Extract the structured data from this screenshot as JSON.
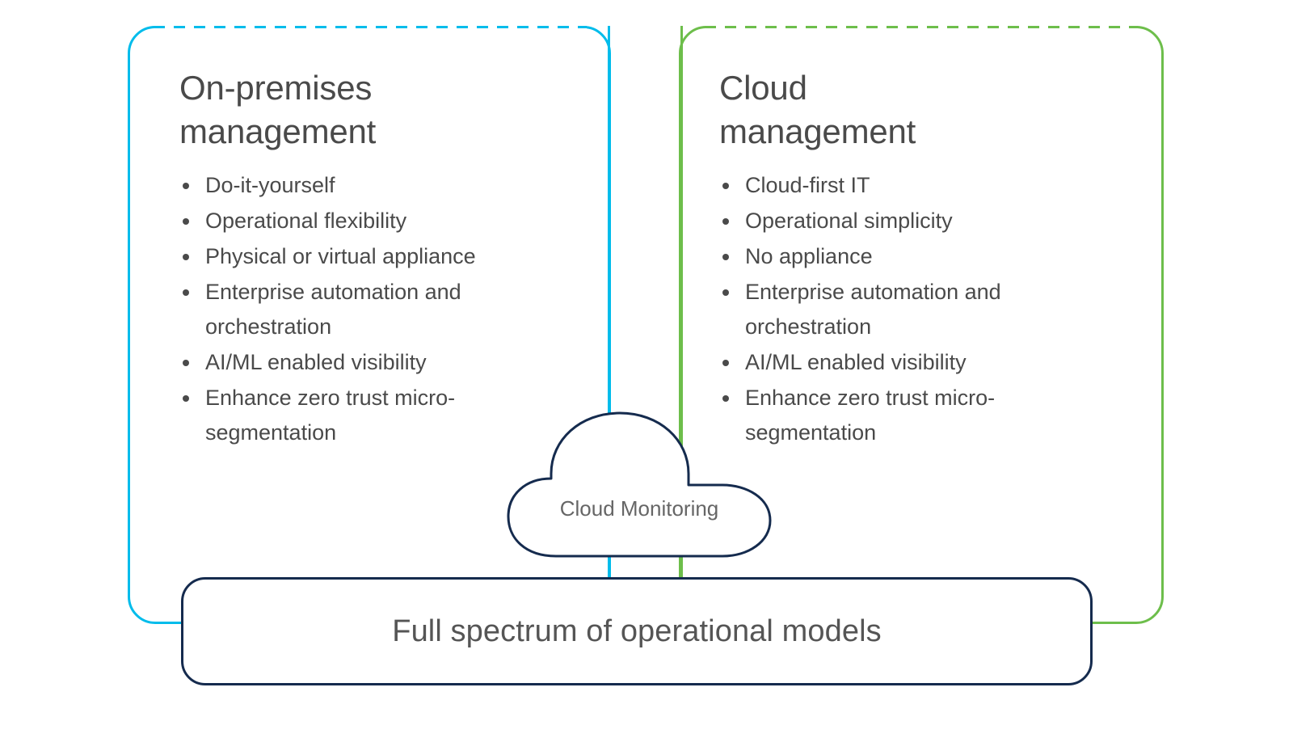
{
  "diagram": {
    "colors": {
      "onprem_border": "#00BCEB",
      "cloud_border": "#6DBE4B",
      "banner_border": "#152B4E",
      "cloud_outline": "#152B4E",
      "text": "#4A4A4A"
    },
    "panels": [
      {
        "id": "on-premises",
        "title": "On-premises\nmanagement",
        "bullets": [
          "Do-it-yourself",
          "Operational flexibility",
          "Physical or virtual appliance",
          "Enterprise automation and orchestration",
          "AI/ML enabled visibility",
          "Enhance zero trust micro-segmentation"
        ]
      },
      {
        "id": "cloud",
        "title": "Cloud\nmanagement",
        "bullets": [
          "Cloud-first IT",
          "Operational simplicity",
          "No appliance",
          "Enterprise automation and orchestration",
          "AI/ML enabled visibility",
          "Enhance zero trust micro-segmentation"
        ]
      }
    ],
    "cloud_node": {
      "label": "Cloud Monitoring"
    },
    "banner": {
      "label": "Full spectrum of operational models"
    }
  }
}
